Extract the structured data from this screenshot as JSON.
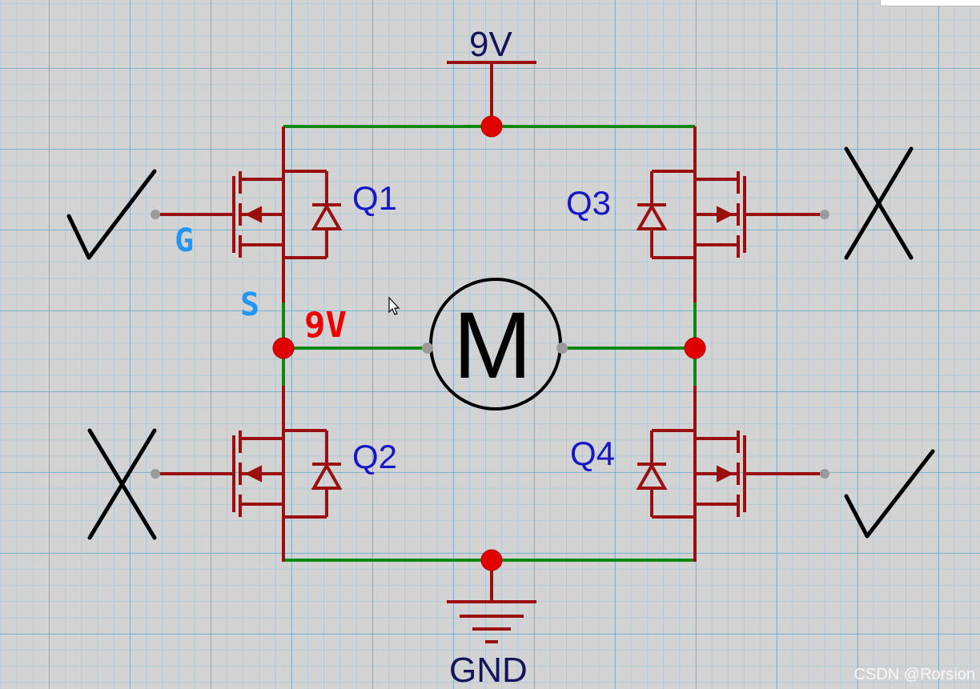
{
  "labels": {
    "supply": "9V",
    "ground": "GND",
    "q1": "Q1",
    "q2": "Q2",
    "q3": "Q3",
    "q4": "Q4",
    "gate": "G",
    "source": "S",
    "node_voltage": "9V",
    "motor": "M"
  },
  "watermark": "CSDN @Rorsion",
  "states": {
    "q1": "on",
    "q2": "off",
    "q3": "off",
    "q4": "on"
  }
}
